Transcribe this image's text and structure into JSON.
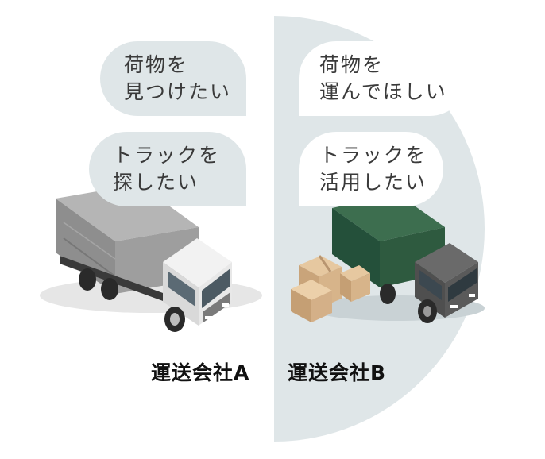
{
  "company_a": {
    "name": "運送会社A",
    "bubble_1": [
      "荷物を",
      "見つけたい"
    ],
    "bubble_2": [
      "トラックを",
      "探したい"
    ]
  },
  "company_b": {
    "name": "運送会社B",
    "bubble_1": [
      "荷物を",
      "運んでほしい"
    ],
    "bubble_2": [
      "トラックを",
      "活用したい"
    ]
  },
  "colors": {
    "panel": "#dfe6e8",
    "truck_a_cargo": "#8a8a8a",
    "truck_a_cab": "#e8e8e8",
    "truck_b_cargo": "#2e5a3f",
    "truck_b_cab": "#5a5a5a",
    "boxes": "#d7b48a"
  }
}
